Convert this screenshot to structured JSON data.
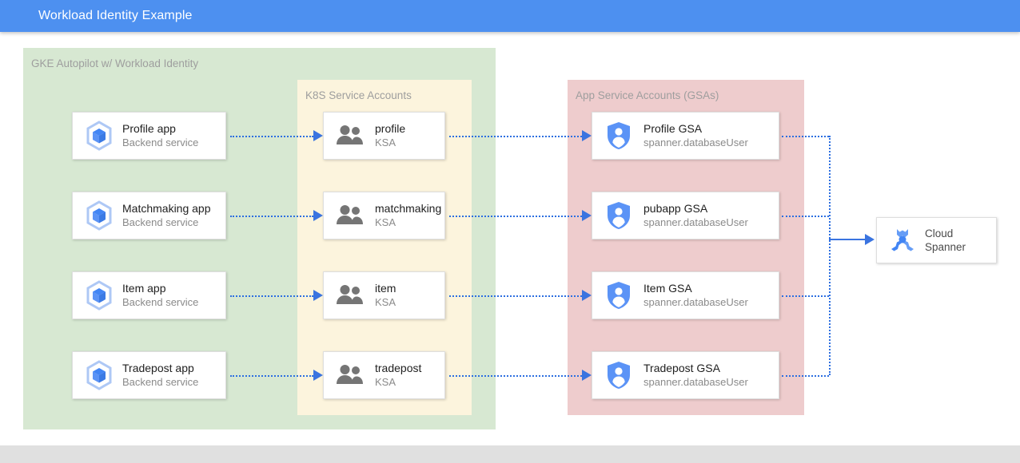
{
  "header": {
    "title": "Workload Identity Example",
    "background": "#4d90f0",
    "text_color": "#ffffff"
  },
  "diagram": {
    "groups": [
      {
        "id": "gke",
        "title": "GKE Autopilot w/ Workload Identity",
        "color": "#d7e8d2"
      },
      {
        "id": "ksa",
        "title": "K8S Service Accounts",
        "color": "#fcf4dd"
      },
      {
        "id": "gsa",
        "title": "App Service Accounts (GSAs)",
        "color": "#eecccd"
      }
    ],
    "apps": [
      {
        "title": "Profile app",
        "subtitle": "Backend service",
        "icon": "gke-cube-icon"
      },
      {
        "title": "Matchmaking app",
        "subtitle": "Backend service",
        "icon": "gke-cube-icon"
      },
      {
        "title": "Item app",
        "subtitle": "Backend service",
        "icon": "gke-cube-icon"
      },
      {
        "title": "Tradepost app",
        "subtitle": "Backend service",
        "icon": "gke-cube-icon"
      }
    ],
    "ksas": [
      {
        "title": "profile",
        "subtitle": "KSA",
        "icon": "people-group-icon"
      },
      {
        "title": "matchmaking",
        "subtitle": "KSA",
        "icon": "people-group-icon"
      },
      {
        "title": "item",
        "subtitle": "KSA",
        "icon": "people-group-icon"
      },
      {
        "title": "tradepost",
        "subtitle": "KSA",
        "icon": "people-group-icon"
      }
    ],
    "gsas": [
      {
        "title": "Profile GSA",
        "subtitle": "spanner.databaseUser",
        "icon": "shield-person-icon"
      },
      {
        "title": "pubapp GSA",
        "subtitle": "spanner.databaseUser",
        "icon": "shield-person-icon"
      },
      {
        "title": "Item GSA",
        "subtitle": "spanner.databaseUser",
        "icon": "shield-person-icon"
      },
      {
        "title": "Tradepost GSA",
        "subtitle": "spanner.databaseUser",
        "icon": "shield-person-icon"
      }
    ],
    "database": {
      "line1": "Cloud",
      "line2": "Spanner",
      "icon": "cloud-spanner-icon"
    },
    "connector_color": "#2d6fe0"
  }
}
